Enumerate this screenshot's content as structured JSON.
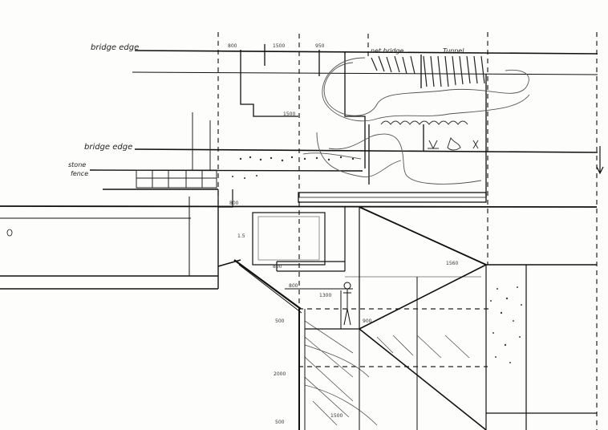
{
  "labels": {
    "bridge_edge_top": "bridge edge",
    "bridge_edge_mid": "bridge edge",
    "stone_fence_1": "stone",
    "stone_fence_2": "fence",
    "net_bridge": "net bridge",
    "tunnel": "Tunnel"
  },
  "dimensions": {
    "d800_top": "800",
    "d1500_top": "1500",
    "d950": "950",
    "d1500_mid": "1500",
    "d800_mid": "800",
    "d15": "1.5",
    "d800_low": "800",
    "d800_b": "800",
    "d1300": "1300",
    "d1560": "1560",
    "d900": "900",
    "d500_a": "500",
    "d2000": "2000",
    "d1500_low": "1500",
    "d500_b": "500"
  },
  "colors": {
    "ink": "#1a1a1a",
    "pencil": "#555555",
    "paper": "#fdfdfc"
  }
}
